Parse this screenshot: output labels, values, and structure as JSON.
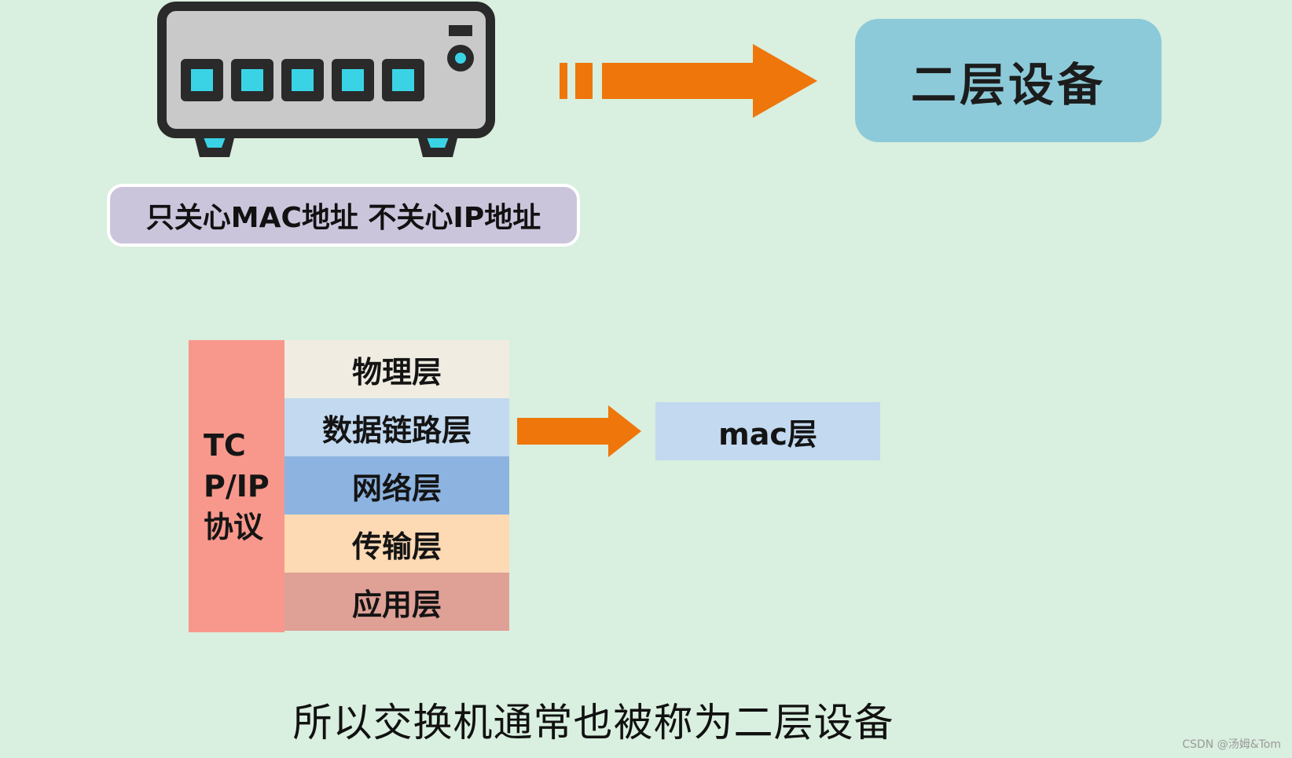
{
  "device": {
    "port_count": 5,
    "icon": "network-switch-icon"
  },
  "level_badge": "二层设备",
  "mac_note": "只关心MAC地址 不关心IP地址",
  "protocol_stack": {
    "label": "TCP/IP协议",
    "layers": [
      {
        "name": "物理层",
        "color": "#f0ece2"
      },
      {
        "name": "数据链路层",
        "color": "#c2d9ef"
      },
      {
        "name": "网络层",
        "color": "#8db3e0"
      },
      {
        "name": "传输层",
        "color": "#fdd9b4"
      },
      {
        "name": "应用层",
        "color": "#dfa096"
      }
    ]
  },
  "mac_layer": "mac层",
  "caption": "所以交换机通常也被称为二层设备",
  "watermark": "CSDN @汤姆&Tom",
  "colors": {
    "background": "#d9efdf",
    "arrow": "#ef760b",
    "badge": "#8ccad9",
    "port": "#3ad3e6",
    "device_body": "#c9c9c9",
    "device_outline": "#2a2a2a",
    "stack_side": "#f8988c"
  }
}
